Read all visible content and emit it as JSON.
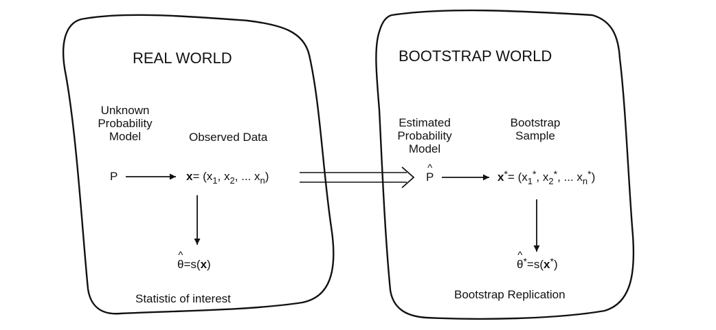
{
  "real_world": {
    "title": "REAL WORLD",
    "unknown_model": [
      "Unknown",
      "Probability",
      "Model"
    ],
    "observed_label": "Observed Data",
    "P_symbol": "P",
    "x_bold": "x",
    "x_equals": "= (x",
    "x_sub1": "1",
    "x_mid": ", x",
    "x_sub2": "2",
    "x_dots": ", ... x",
    "x_subn": "n",
    "x_close": ")",
    "theta_symbol": "θ",
    "theta_rest": "=s(",
    "theta_x": "x",
    "theta_close": ")",
    "statistic_label": "Statistic of interest"
  },
  "bootstrap_world": {
    "title": "BOOTSTRAP WORLD",
    "estimated_model": [
      "Estimated",
      "Probability",
      "Model"
    ],
    "sample_label": [
      "Bootstrap",
      "Sample"
    ],
    "P_symbol": "P",
    "x_bold": "x",
    "star": "*",
    "x_equals": "= (x",
    "x_sub1": "1",
    "x_mid": ", x",
    "x_sub2": "2",
    "x_dots": ", ... x",
    "x_subn": "n",
    "x_close": ")",
    "theta_symbol": "θ",
    "theta_rest": "=s(",
    "theta_x": "x",
    "theta_close": ")",
    "replication_label": "Bootstrap Replication"
  }
}
